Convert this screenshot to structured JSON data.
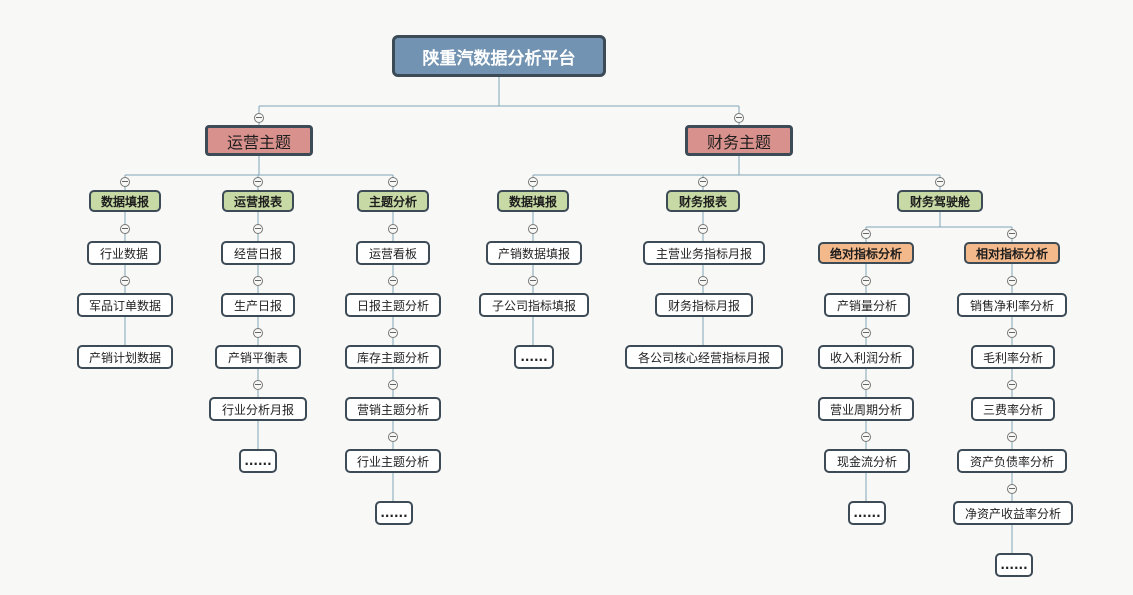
{
  "title": "陕重汽数据分析平台",
  "themes": [
    {
      "label": "运营主题",
      "categories": [
        {
          "label": "数据填报",
          "items": [
            "行业数据",
            "军品订单数据",
            "产销计划数据"
          ]
        },
        {
          "label": "运营报表",
          "items": [
            "经营日报",
            "生产日报",
            "产销平衡表",
            "行业分析月报",
            "......"
          ]
        },
        {
          "label": "主题分析",
          "items": [
            "运营看板",
            "日报主题分析",
            "库存主题分析",
            "营销主题分析",
            "行业主题分析",
            "......"
          ]
        }
      ]
    },
    {
      "label": "财务主题",
      "categories": [
        {
          "label": "数据填报",
          "items": [
            "产销数据填报",
            "子公司指标填报",
            "......"
          ]
        },
        {
          "label": "财务报表",
          "items": [
            "主营业务指标月报",
            "财务指标月报",
            "各公司核心经营指标月报"
          ]
        },
        {
          "label": "财务驾驶舱",
          "subcategories": [
            {
              "label": "绝对指标分析",
              "items": [
                "产销量分析",
                "收入利润分析",
                "营业周期分析",
                "现金流分析",
                "......"
              ]
            },
            {
              "label": "相对指标分析",
              "items": [
                "销售净利率分析",
                "毛利率分析",
                "三费率分析",
                "资产负债率分析",
                "净资产收益率分析",
                "......"
              ]
            }
          ]
        }
      ]
    }
  ],
  "colors": {
    "root_fill": "#7293b2",
    "theme_fill": "#d9918d",
    "category_fill": "#c7d9a4",
    "subcategory_fill": "#f4b98a",
    "leaf_fill": "#ffffff",
    "border": "#3d4b57",
    "connector": "#7fa6b8"
  },
  "icons": {
    "collapse": "collapse-circle-icon"
  }
}
